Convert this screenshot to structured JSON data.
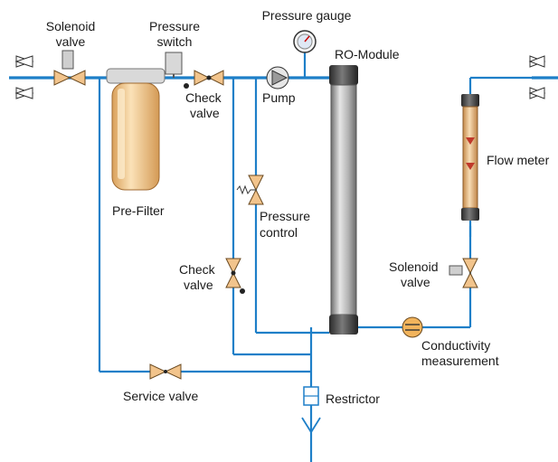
{
  "labels": {
    "solenoid_valve_top_1": "Solenoid",
    "solenoid_valve_top_2": "valve",
    "pressure_switch_1": "Pressure",
    "pressure_switch_2": "switch",
    "pressure_gauge": "Pressure gauge",
    "ro_module": "RO-Module",
    "check_valve_top_1": "Check",
    "check_valve_top_2": "valve",
    "pump": "Pump",
    "pre_filter": "Pre-Filter",
    "pressure_control_1": "Pressure",
    "pressure_control_2": "control",
    "check_valve_mid_1": "Check",
    "check_valve_mid_2": "valve",
    "flow_meter": "Flow meter",
    "solenoid_valve_right_1": "Solenoid",
    "solenoid_valve_right_2": "valve",
    "conductivity_1": "Conductivity",
    "conductivity_2": "measurement",
    "service_valve": "Service valve",
    "restrictor": "Restrictor"
  },
  "colors": {
    "pipe": "#1e7fc8",
    "valve_fill": "#f2c48c",
    "module": "#8c8c8c",
    "filter": "#f3c98f"
  }
}
